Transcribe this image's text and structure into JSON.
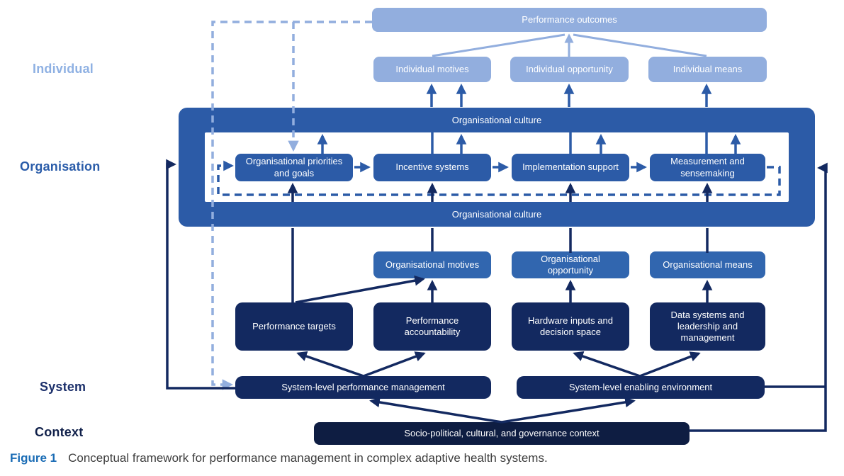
{
  "levels": {
    "individual": "Individual",
    "organisation": "Organisation",
    "system": "System",
    "context": "Context"
  },
  "boxes": {
    "performance_outcomes": "Performance outcomes",
    "individual_motives": "Individual motives",
    "individual_opportunity": "Individual opportunity",
    "individual_means": "Individual means",
    "org_culture_top": "Organisational culture",
    "org_culture_bottom": "Organisational culture",
    "org_priorities": "Organisational priorities and goals",
    "incentive_systems": "Incentive systems",
    "implementation_support": "Implementation support",
    "measurement_sensemaking": "Measurement and sensemaking",
    "org_motives": "Organisational motives",
    "org_opportunity": "Organisational opportunity",
    "org_means": "Organisational means",
    "performance_targets": "Performance targets",
    "performance_accountability": "Performance accountability",
    "hardware_inputs": "Hardware inputs and decision space",
    "data_systems": "Data systems and leadership and management",
    "system_perf_mgmt": "System-level performance management",
    "system_enabling_env": "System-level enabling environment",
    "socio_political": "Socio-political, cultural, and governance context"
  },
  "caption": {
    "figure_label": "Figure 1",
    "text": "Conceptual framework for performance management in complex adaptive health systems."
  },
  "colors": {
    "light_blue": "#92aede",
    "medium_blue": "#2c5ba7",
    "row_blue": "#3166af",
    "navy": "#132960",
    "context_navy": "#0e1d42",
    "figure_label_blue": "#1a6cb5",
    "caption_gray": "#3d3d3d"
  }
}
